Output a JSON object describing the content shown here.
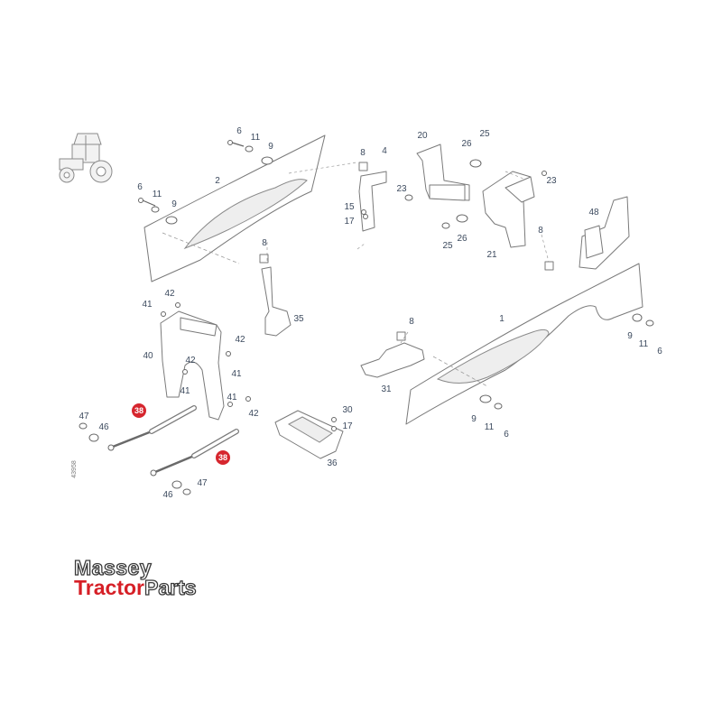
{
  "diagram": {
    "reference_code": "43958",
    "highlight_color": "#d6262e",
    "callouts": {
      "c6a": "6",
      "c11a": "11",
      "c9a": "9",
      "c2": "2",
      "c6b": "6",
      "c11b": "11",
      "c9b": "9",
      "c8a": "8",
      "c4": "4",
      "c15": "15",
      "c17a": "17",
      "c20": "20",
      "c26a": "26",
      "c25a": "25",
      "c23a": "23",
      "c23b": "23",
      "c25b": "25",
      "c26b": "26",
      "c21": "21",
      "c48": "48",
      "c8c": "8",
      "c1": "1",
      "c9c": "9",
      "c11c": "11",
      "c6c": "6",
      "c9d": "9",
      "c11d": "11",
      "c6d": "6",
      "c8b": "8",
      "c35": "35",
      "c41a": "41",
      "c42a": "42",
      "c40": "40",
      "c42b": "42",
      "c41b": "41",
      "c42c": "42",
      "c41c": "41",
      "c41d": "41",
      "c42d": "42",
      "c38a": "38",
      "c38b": "38",
      "c47a": "47",
      "c46a": "46",
      "c46b": "46",
      "c47b": "47",
      "c8d": "8",
      "c31": "31",
      "c30": "30",
      "c17b": "17",
      "c36": "36"
    }
  },
  "brand": {
    "line1": "Massey",
    "line2_a": "Tractor",
    "line2_b": "Parts"
  }
}
